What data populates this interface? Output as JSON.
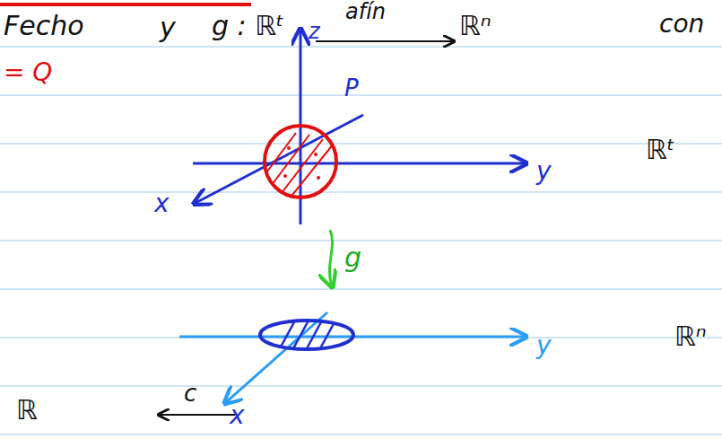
{
  "diagram": {
    "labels": [
      "Fecho",
      "y",
      "g : ℝᵗ",
      "afín",
      "ℝⁿ",
      "con",
      "= Q",
      "z",
      "P",
      "y",
      "x",
      "ℝᵗ",
      "g",
      "y",
      "x",
      "ℝⁿ",
      "ℝ",
      "c"
    ]
  }
}
